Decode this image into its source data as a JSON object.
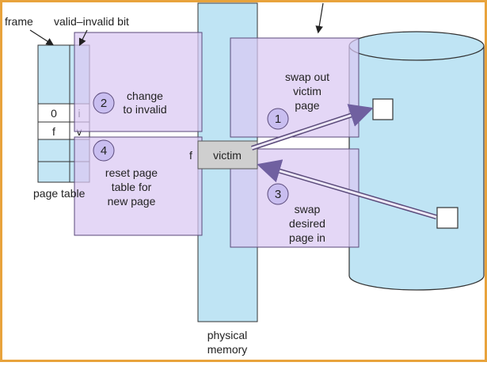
{
  "labels": {
    "frame": "frame",
    "valid_invalid_bit": "valid–invalid bit",
    "page_table": "page table",
    "physical_memory": [
      "physical",
      "memory"
    ],
    "frame_f": "f",
    "victim": "victim"
  },
  "page_table_rows": [
    {
      "frame": "0",
      "bit": "i"
    },
    {
      "frame": "f",
      "bit": "v"
    }
  ],
  "steps": [
    {
      "number": "1",
      "lines": [
        "swap out",
        "victim",
        "page"
      ]
    },
    {
      "number": "2",
      "lines": [
        "change",
        "to invalid"
      ]
    },
    {
      "number": "3",
      "lines": [
        "swap",
        "desired",
        "page in"
      ]
    },
    {
      "number": "4",
      "lines": [
        "reset page",
        "table for",
        "new page"
      ]
    }
  ],
  "colors": {
    "border": "#E8A33C",
    "memory": "#BFE4F4",
    "page_table": "#C4E6F5",
    "overlay": "#D9C7F2",
    "overlay_stroke": "#5A4A7A",
    "disk": "#BFE4F4",
    "victim_box": "#CFCFCF",
    "step_circle": "#C9BEF0",
    "arrow": "#8070A8"
  }
}
